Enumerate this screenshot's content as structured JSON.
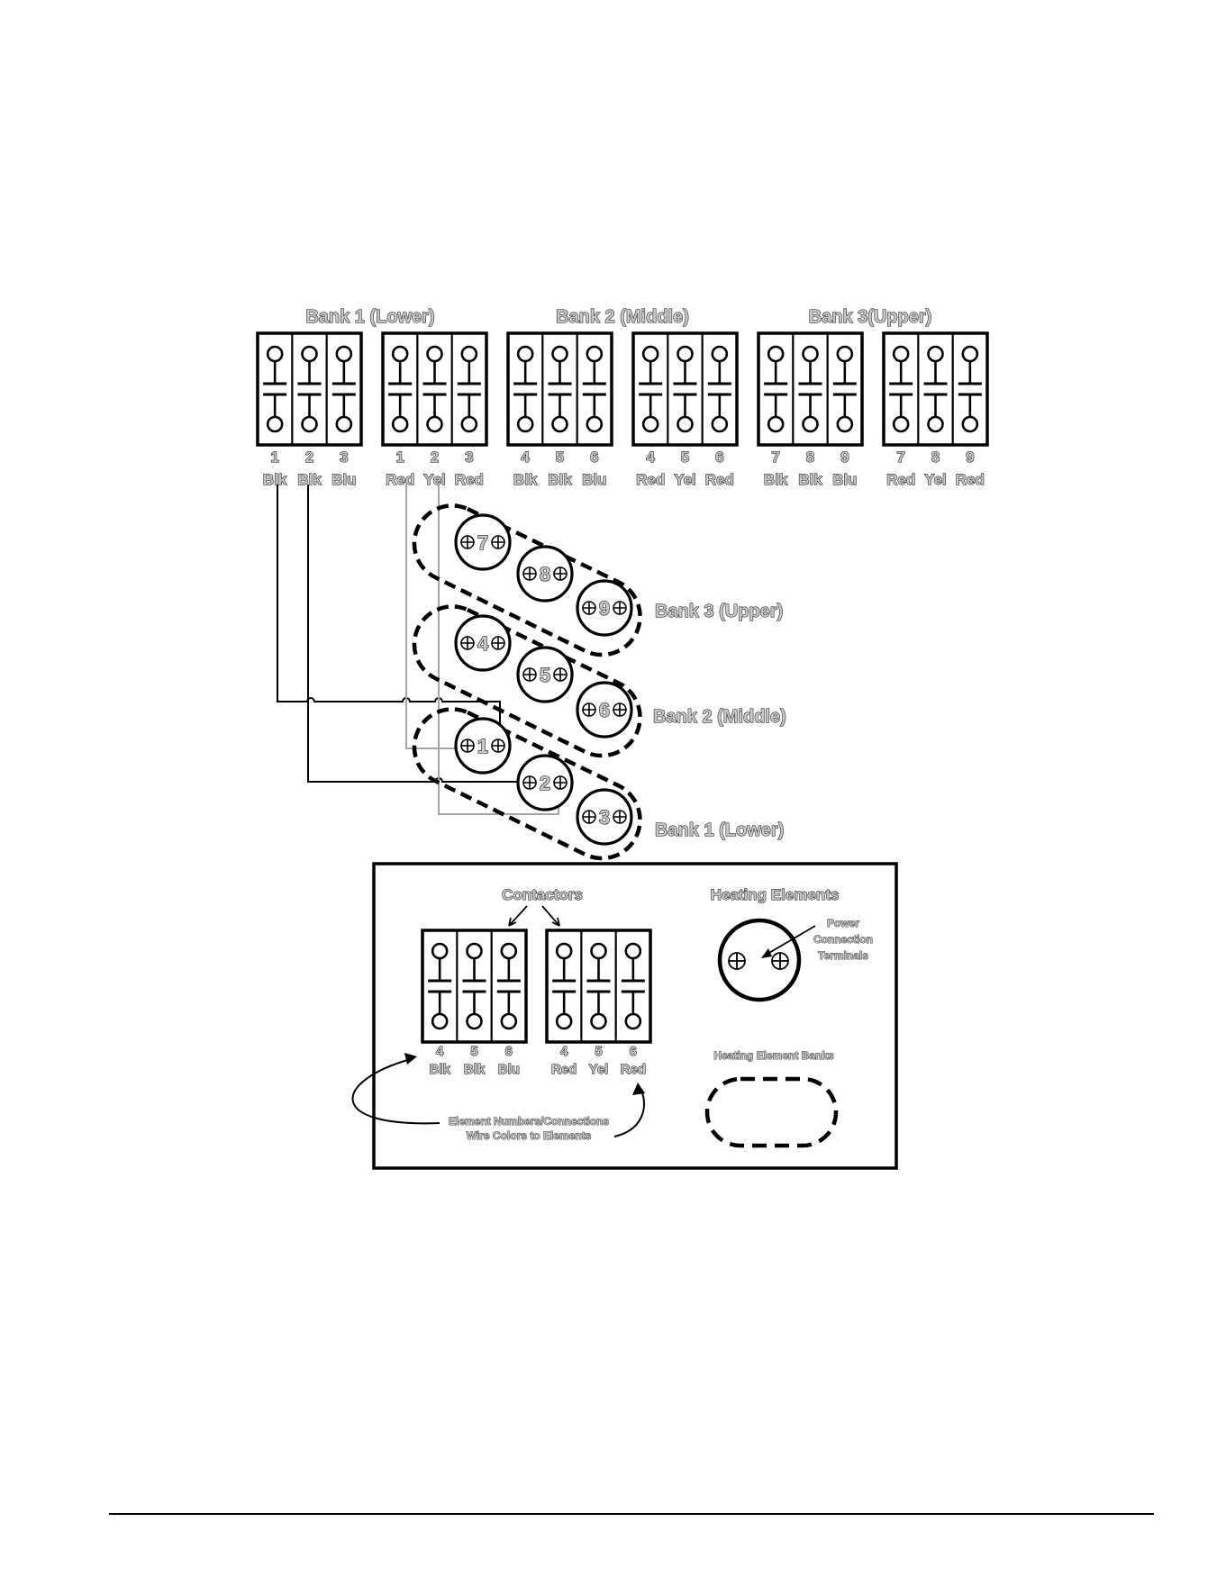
{
  "bank_headers": [
    "Bank 1 (Lower)",
    "Bank 2 (Middle)",
    "Bank 3(Upper)"
  ],
  "contactor_groups": [
    {
      "nums": [
        "1",
        "2",
        "3"
      ],
      "colors": [
        "Blk",
        "Blk",
        "Blu"
      ]
    },
    {
      "nums": [
        "1",
        "2",
        "3"
      ],
      "colors": [
        "Red",
        "Yel",
        "Red"
      ]
    },
    {
      "nums": [
        "4",
        "5",
        "6"
      ],
      "colors": [
        "Blk",
        "Blk",
        "Blu"
      ]
    },
    {
      "nums": [
        "4",
        "5",
        "6"
      ],
      "colors": [
        "Red",
        "Yel",
        "Red"
      ]
    },
    {
      "nums": [
        "7",
        "8",
        "9"
      ],
      "colors": [
        "Blk",
        "Blk",
        "Blu"
      ]
    },
    {
      "nums": [
        "7",
        "8",
        "9"
      ],
      "colors": [
        "Red",
        "Yel",
        "Red"
      ]
    }
  ],
  "elements": [
    "1",
    "2",
    "3",
    "4",
    "5",
    "6",
    "7",
    "8",
    "9"
  ],
  "bank_side_labels": [
    "Bank 3 (Upper)",
    "Bank 2 (Middle)",
    "Bank 1 (Lower)"
  ],
  "legend": {
    "contactors_title": "Contactors",
    "heating_elements_title": "Heating Elements",
    "power_terminals_lines": [
      "Power",
      "Connection",
      "Terminals"
    ],
    "heating_banks_title": "Heating Element Banks",
    "note_lines": [
      "Element Numbers/Connections",
      "Wire Colors to Elements"
    ],
    "contactor_groups": [
      {
        "nums": [
          "4",
          "5",
          "6"
        ],
        "colors": [
          "Blk",
          "Blk",
          "Blu"
        ]
      },
      {
        "nums": [
          "4",
          "5",
          "6"
        ],
        "colors": [
          "Red",
          "Yel",
          "Red"
        ]
      }
    ]
  },
  "colors": {
    "ink": "#000000",
    "label_fill": "#c8c8c8",
    "wire_gray": "#a6a6a6"
  }
}
